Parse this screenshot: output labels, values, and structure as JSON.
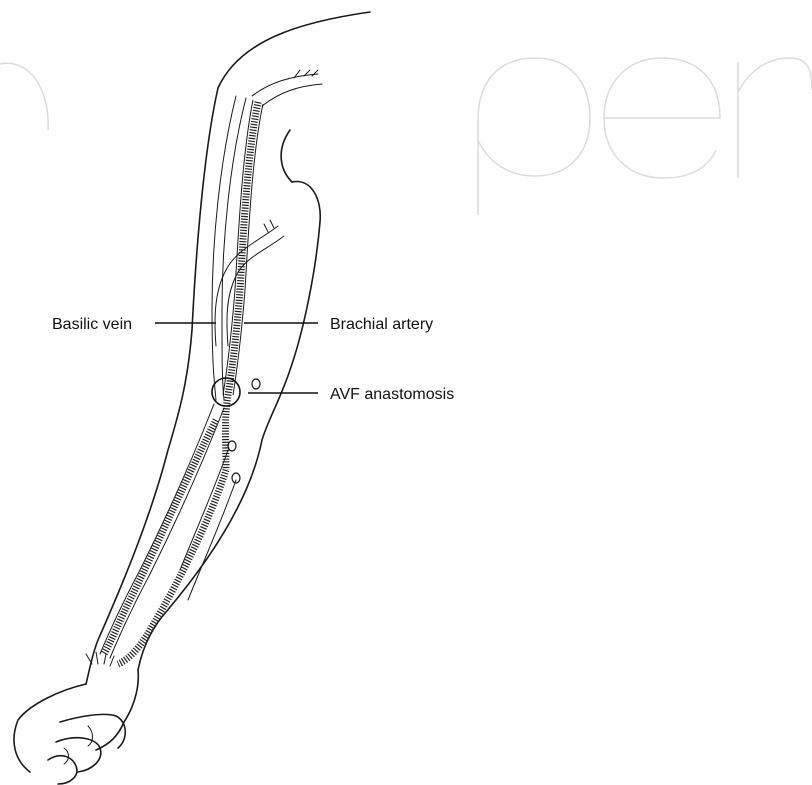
{
  "labels": {
    "basilic_vein": "Basilic vein",
    "brachial_artery": "Brachial artery",
    "avf_anastomosis": "AVF anastomosis"
  },
  "colors": {
    "background": "#ffffff",
    "line": "#1a1a1a",
    "watermark": "#dcdcdc"
  }
}
